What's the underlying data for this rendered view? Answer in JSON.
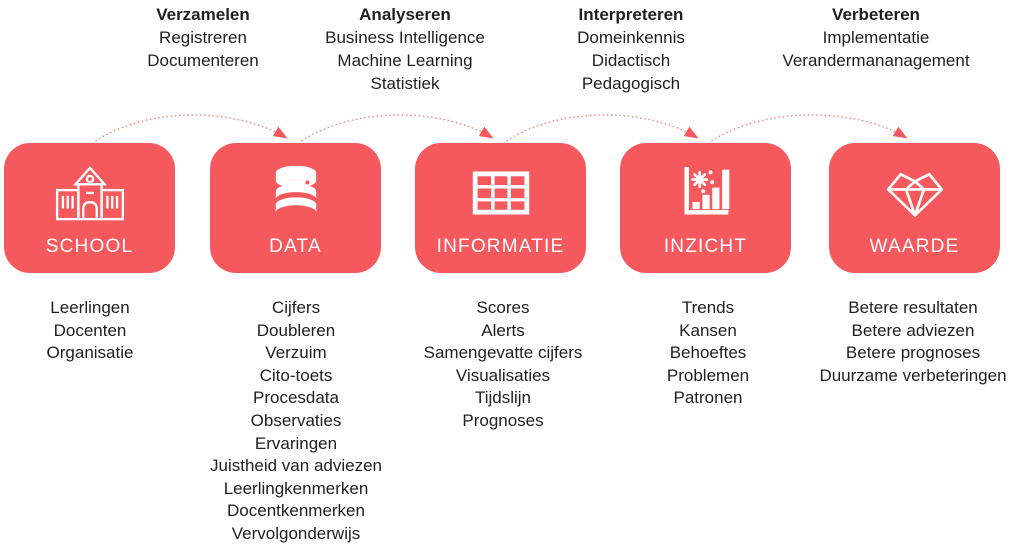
{
  "colors": {
    "box_red": "#F6595D",
    "arrow_line": "#F0898C",
    "arrow_head": "#F4585D",
    "text": "#1F1F1F",
    "icon_white": "#FFFFFF"
  },
  "phases": [
    {
      "title": "Verzamelen",
      "items": [
        "Registreren",
        "Documenteren"
      ]
    },
    {
      "title": "Analyseren",
      "items": [
        "Business Intelligence",
        "Machine Learning",
        "Statistiek"
      ]
    },
    {
      "title": "Interpreteren",
      "items": [
        "Domeinkennis",
        "Didactisch",
        "Pedagogisch"
      ]
    },
    {
      "title": "Verbeteren",
      "items": [
        "Implementatie",
        "Verandermananagement"
      ]
    }
  ],
  "stages": [
    {
      "label": "SCHOOL",
      "icon": "school-icon",
      "items": [
        "Leerlingen",
        "Docenten",
        "Organisatie"
      ]
    },
    {
      "label": "DATA",
      "icon": "database-icon",
      "items": [
        "Cijfers",
        "Doubleren",
        "Verzuim",
        "Cito-toets",
        "Procesdata",
        "Observaties",
        "Ervaringen",
        "Juistheid van adviezen",
        "Leerlingkenmerken",
        "Docentkenmerken",
        "Vervolgonderwijs"
      ]
    },
    {
      "label": "INFORMATIE",
      "icon": "table-grid-icon",
      "items": [
        "Scores",
        "Alerts",
        "Samengevatte cijfers",
        "Visualisaties",
        "Tijdslijn",
        "Prognoses"
      ]
    },
    {
      "label": "INZICHT",
      "icon": "insight-chart-icon",
      "items": [
        "Trends",
        "Kansen",
        "Behoeftes",
        "Problemen",
        "Patronen"
      ]
    },
    {
      "label": "WAARDE",
      "icon": "diamond-icon",
      "items": [
        "Betere resultaten",
        "Betere adviezen",
        "Betere prognoses",
        "Duurzame verbeteringen"
      ]
    }
  ]
}
